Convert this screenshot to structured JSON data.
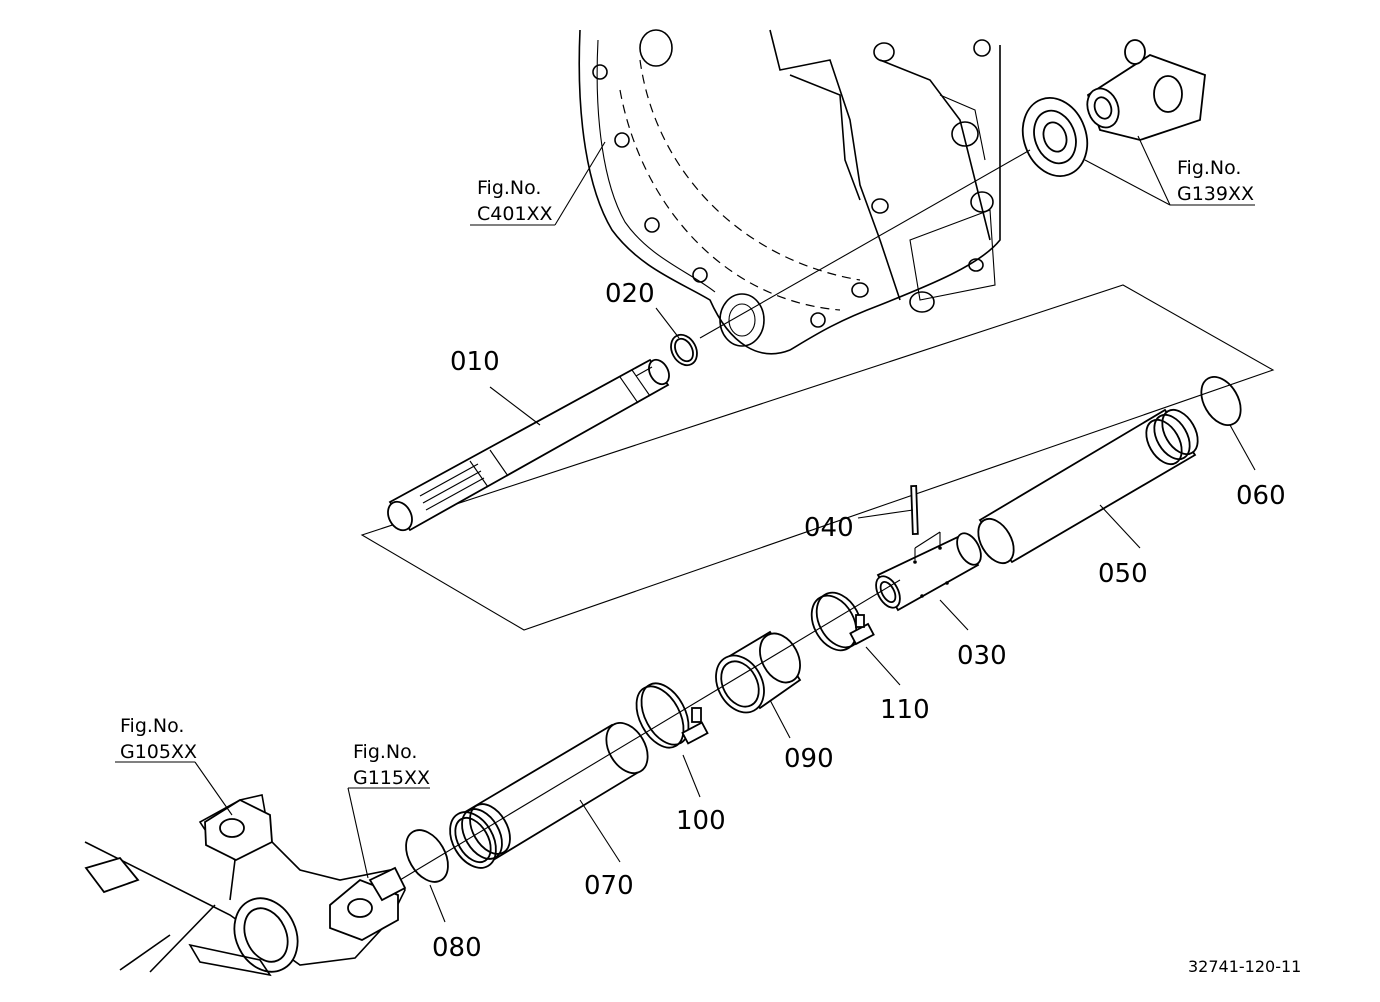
{
  "callouts": {
    "p010": "010",
    "p020": "020",
    "p030": "030",
    "p040": "040",
    "p050": "050",
    "p060": "060",
    "p070": "070",
    "p080": "080",
    "p090": "090",
    "p100": "100",
    "p110": "110"
  },
  "figure_refs": {
    "c401": {
      "line1": "Fig.No.",
      "line2": "C401XX"
    },
    "g139": {
      "line1": "Fig.No.",
      "line2": "G139XX"
    },
    "g105": {
      "line1": "Fig.No.",
      "line2": "G105XX"
    },
    "g115": {
      "line1": "Fig.No.",
      "line2": "G115XX"
    }
  },
  "drawing_number": "32741-120-11"
}
